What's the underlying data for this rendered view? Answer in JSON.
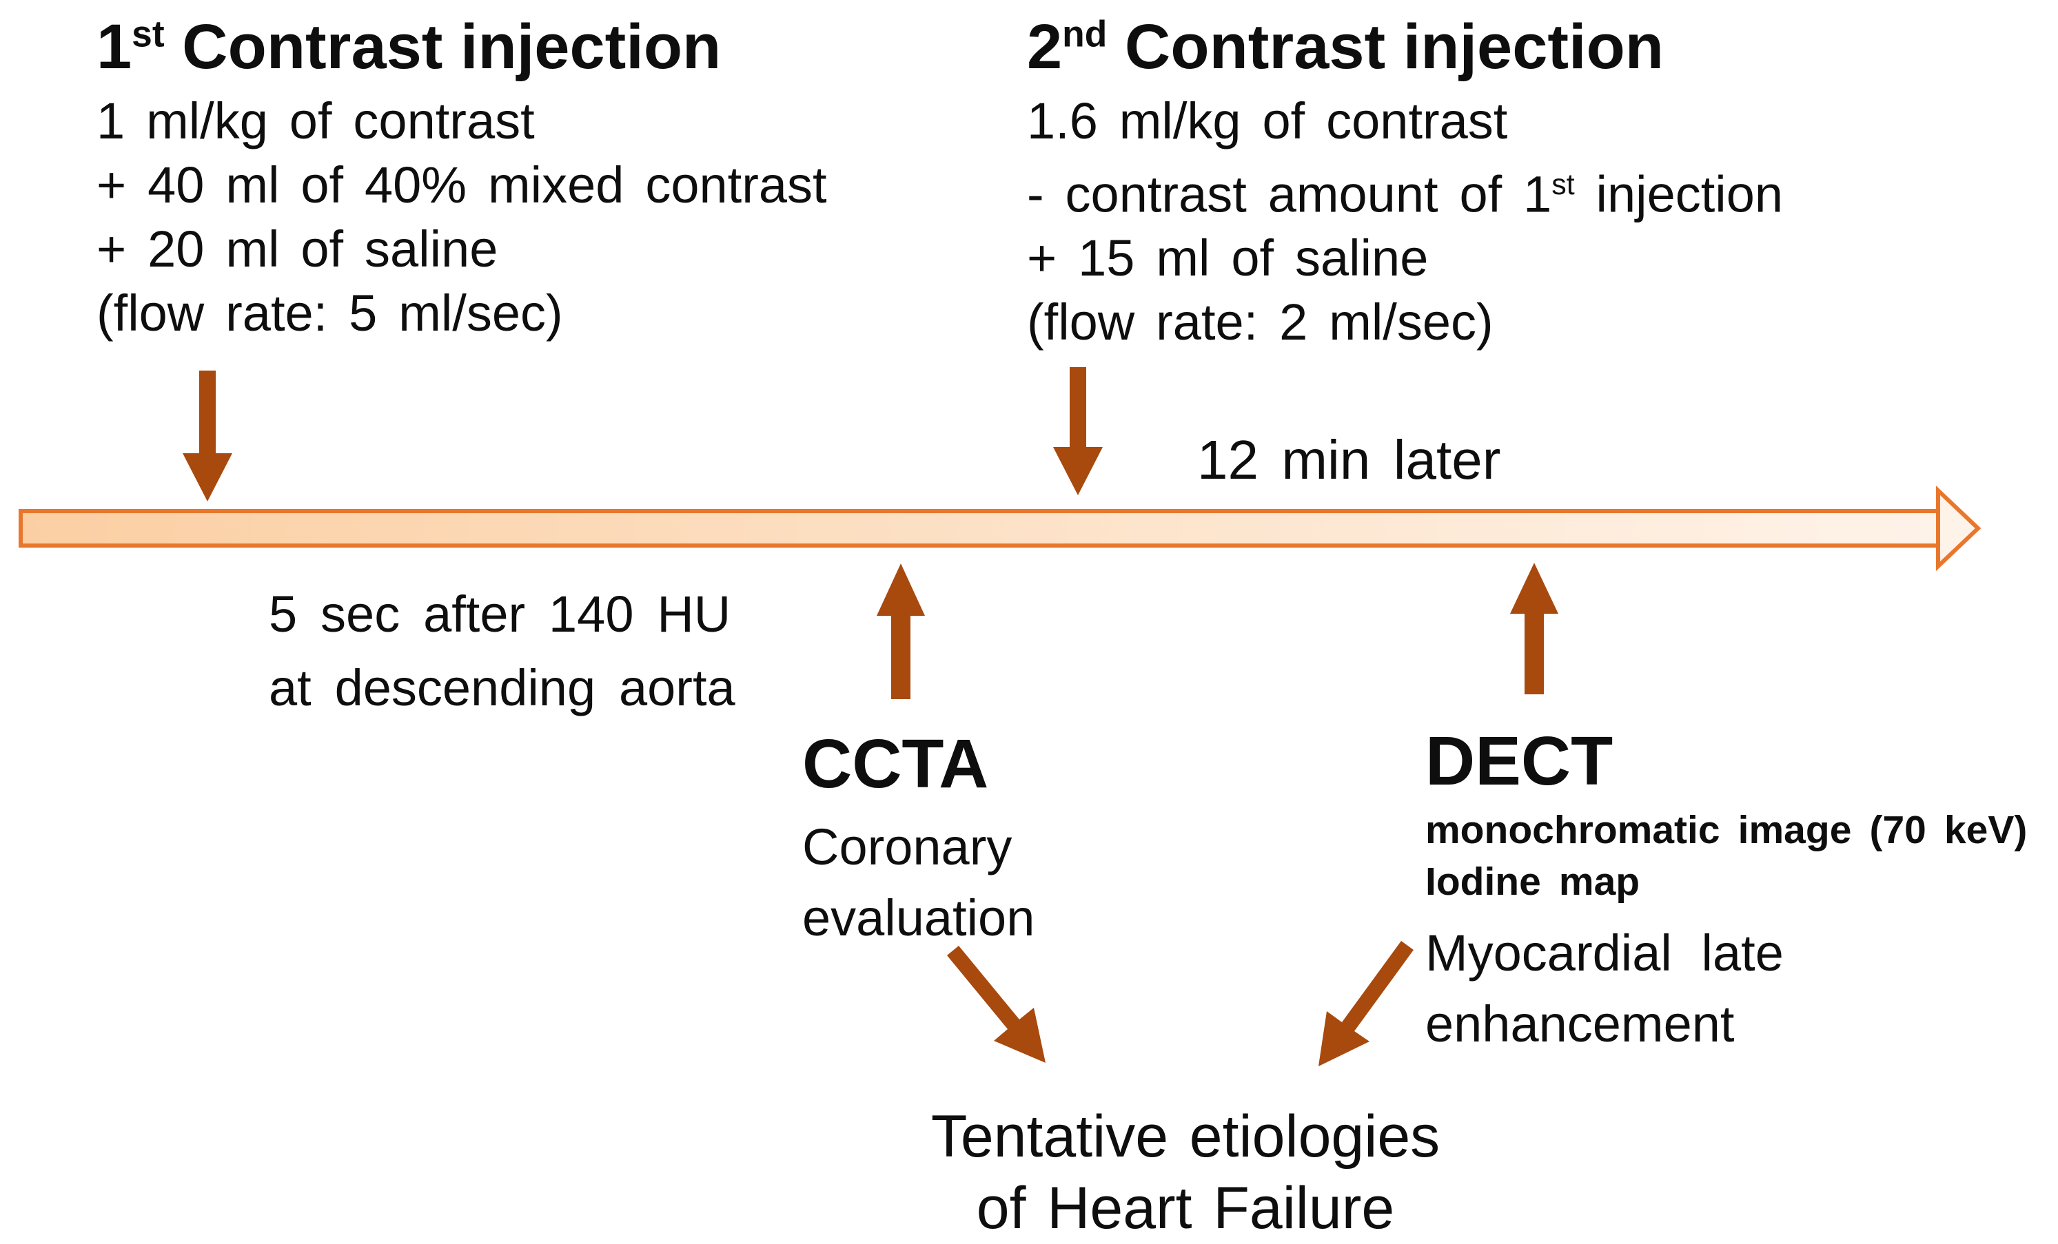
{
  "colors": {
    "background": "#FFFFFF",
    "text": "#0E0E0E",
    "arrow": "#A8490D",
    "timeline_border": "#E8772C",
    "timeline_fill_start": "#FBCFA3",
    "timeline_fill_end": "#FEF3E9"
  },
  "injection1": {
    "title": {
      "num": "1",
      "sup": "st",
      "rest": " Contrast injection"
    },
    "lines": [
      "1 ml/kg of contrast",
      "+ 40 ml of 40% mixed contrast",
      "+ 20 ml of saline",
      "(flow rate: 5 ml/sec)"
    ]
  },
  "injection2": {
    "title": {
      "num": "2",
      "sup": "nd",
      "rest": " Contrast injection"
    },
    "line1": "1.6 ml/kg of contrast",
    "line2": {
      "pre": "- contrast amount of 1",
      "sup": "st",
      "post": " injection"
    },
    "line3": "+ 15 ml of saline",
    "line4": "(flow rate: 2 ml/sec)"
  },
  "timeline": {
    "later_label": "12 min later",
    "trigger_line1": "5 sec after 140 HU",
    "trigger_line2": "at descending aorta"
  },
  "ccta": {
    "title": "CCTA",
    "lines": [
      "Coronary",
      "evaluation"
    ]
  },
  "dect": {
    "title": "DECT",
    "detail_bold_lines": [
      "monochromatic image (70 keV)",
      "Iodine map"
    ],
    "lines": [
      "Myocardial late",
      "enhancement"
    ]
  },
  "outcome": {
    "line1": "Tentative etiologies",
    "line2": "of Heart Failure"
  }
}
